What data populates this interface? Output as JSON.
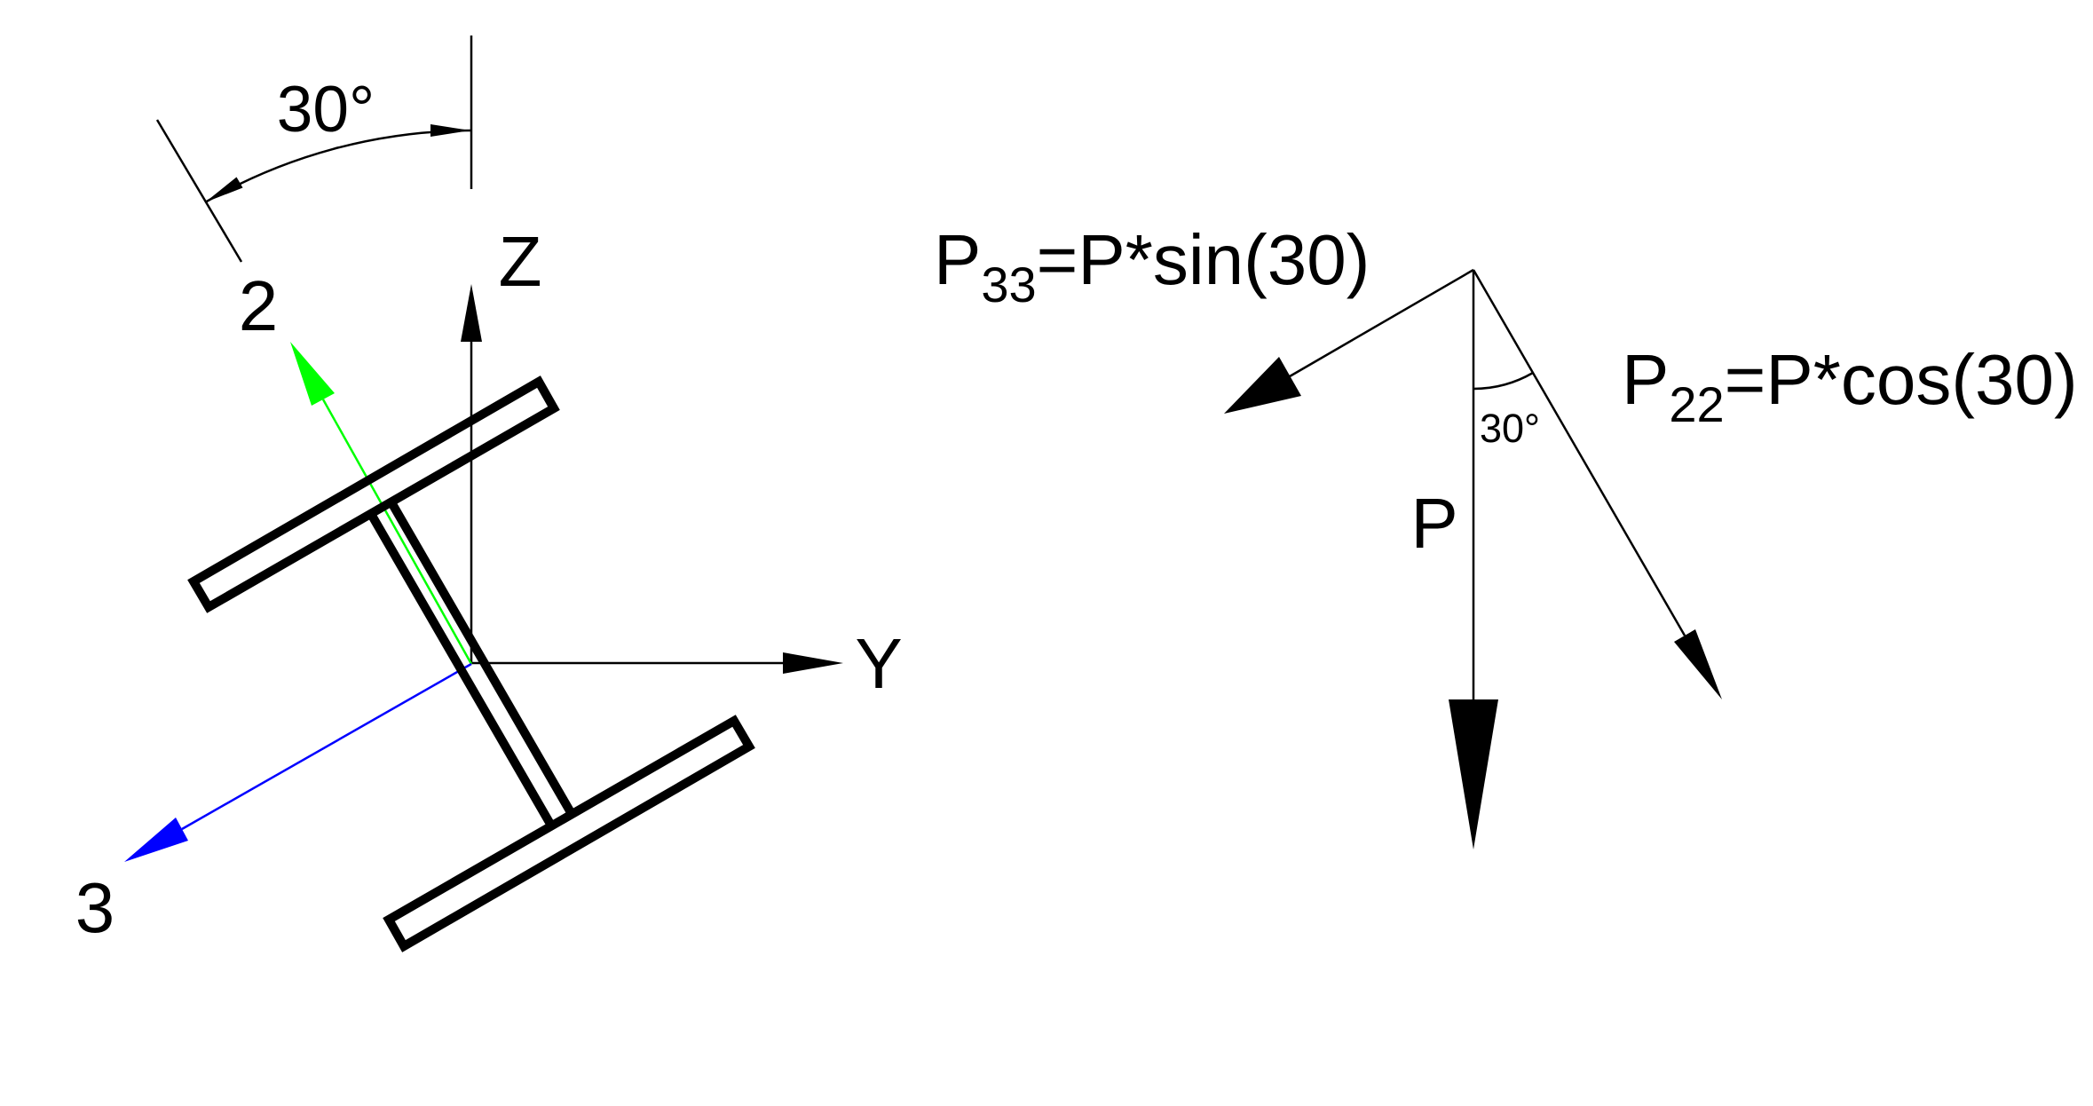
{
  "colors": {
    "ink": "#000000",
    "background": "#ffffff",
    "axis2_green": "#00ff00",
    "axis3_blue": "#0000ff"
  },
  "left_diagram": {
    "rotation_angle_label": "30°",
    "z_axis_label": "Z",
    "y_axis_label": "Y",
    "local_axis_2_label": "2",
    "local_axis_3_label": "3"
  },
  "right_diagram": {
    "p33_formula": {
      "base": "P",
      "sub": "33",
      "rest": "=P*sin(30)"
    },
    "p22_formula": {
      "base": "P",
      "sub": "22",
      "rest": "=P*cos(30)"
    },
    "p_label": "P",
    "angle_label": "30°"
  }
}
